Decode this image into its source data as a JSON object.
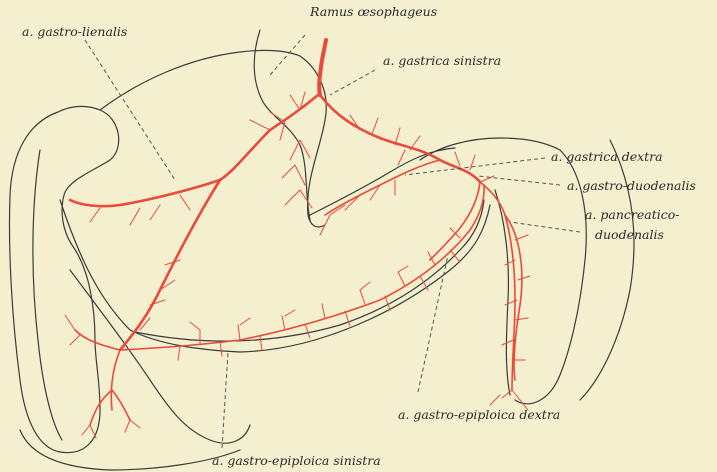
{
  "figure": {
    "background": "#f3efcf",
    "artery_color": "#ea4a3b",
    "outline_color": "#3b3b3b",
    "labels": {
      "ramus_oesophageus": "Ramus œsophageus",
      "gastro_lienalis": "a. gastro-lienalis",
      "gastrica_sinistra": "a. gastrica sinistra",
      "gastrica_dextra": "a. gastrica dextra",
      "gastro_duodenalis": "a. gastro-duodenalis",
      "pancreatico_1": "a. pancreatico-",
      "pancreatico_2": "duodenalis",
      "gastro_epiploica_dextra": "a. gastro-epiploica dextra",
      "gastro_epiploica_sinistra": "a. gastro-epiploica sinistra"
    }
  }
}
